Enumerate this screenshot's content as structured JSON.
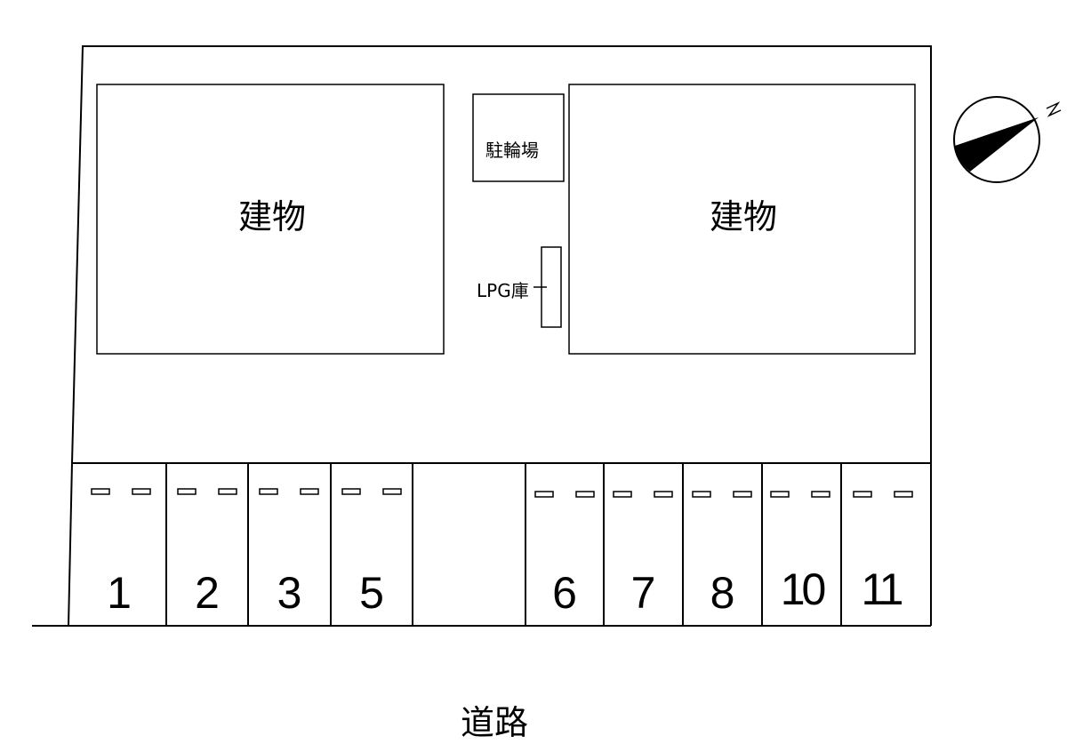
{
  "diagram": {
    "buildings": [
      {
        "label": "建物"
      },
      {
        "label": "建物"
      }
    ],
    "bicycle_parking": {
      "label": "駐輪場"
    },
    "lpg_storage": {
      "label": "LPG庫"
    },
    "compass": {
      "north_label": "N"
    },
    "road": {
      "label": "道路"
    },
    "parking_spaces": [
      {
        "number": "1"
      },
      {
        "number": "2"
      },
      {
        "number": "3"
      },
      {
        "number": "5"
      },
      {
        "number": ""
      },
      {
        "number": "6"
      },
      {
        "number": "7"
      },
      {
        "number": "8"
      },
      {
        "number": "10"
      },
      {
        "number": "11"
      }
    ]
  }
}
